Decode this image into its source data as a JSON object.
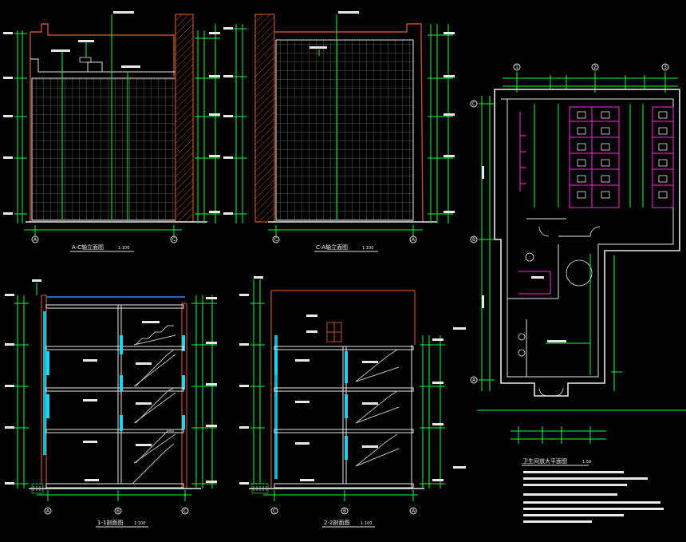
{
  "titles": {
    "elev_a_c": "A-C轴立面图",
    "elev_c_a": "C-A轴立面图",
    "sect_1": "1-1剖面图",
    "sect_2": "2-2剖面图",
    "plan": "卫生间放大平面图"
  },
  "scales": {
    "elev_a_c": "1:100",
    "elev_c_a": "1:100",
    "sect_1": "1:100",
    "sect_2": "1:100",
    "plan": "1:50"
  },
  "axes": {
    "elev_a_c": [
      "A",
      "C"
    ],
    "elev_c_a": [
      "C",
      "A"
    ],
    "sect_1": [
      "A",
      "B",
      "C"
    ],
    "sect_2": [
      "C",
      "B",
      "A"
    ],
    "plan_top": [
      "1",
      "2",
      "3"
    ],
    "plan_side": [
      "C",
      "B",
      "A"
    ]
  },
  "colors": {
    "background": "#000000",
    "lines": "#e8e8e8",
    "dimensions": "#00ff33",
    "walls": "#c0502a",
    "fixtures": "#ff2bd6",
    "glass": "#22d3ee",
    "stairs": "#bdbdbd",
    "text": "#f2f2f2"
  }
}
